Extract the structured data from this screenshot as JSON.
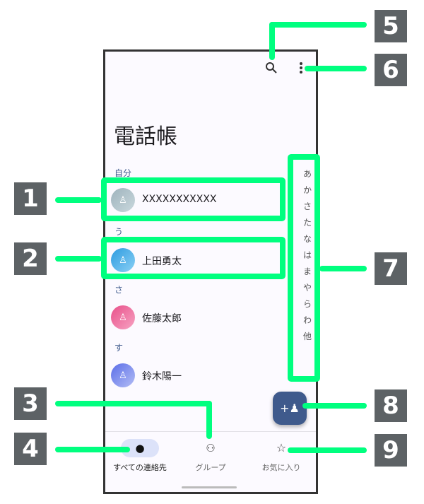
{
  "header": {
    "title": "電話帳"
  },
  "sections": [
    {
      "label": "自分",
      "contacts": [
        {
          "name": "XXXXXXXXXXX"
        }
      ]
    },
    {
      "label": "う",
      "contacts": [
        {
          "name": "上田勇太"
        }
      ]
    },
    {
      "label": "さ",
      "contacts": [
        {
          "name": "佐藤太郎"
        }
      ]
    },
    {
      "label": "す",
      "contacts": [
        {
          "name": "鈴木陽一"
        }
      ]
    }
  ],
  "index": [
    "あ",
    "か",
    "さ",
    "た",
    "な",
    "は",
    "ま",
    "や",
    "ら",
    "わ",
    "他"
  ],
  "nav": [
    {
      "label": "すべての連絡先",
      "icon": "person-icon"
    },
    {
      "label": "グループ",
      "icon": "group-icon"
    },
    {
      "label": "お気に入り",
      "icon": "star-icon"
    }
  ],
  "callouts": [
    "1",
    "2",
    "3",
    "4",
    "5",
    "6",
    "7",
    "8",
    "9"
  ],
  "colors": {
    "accent": "#3e5a8c",
    "callout": "#00ff7f"
  }
}
